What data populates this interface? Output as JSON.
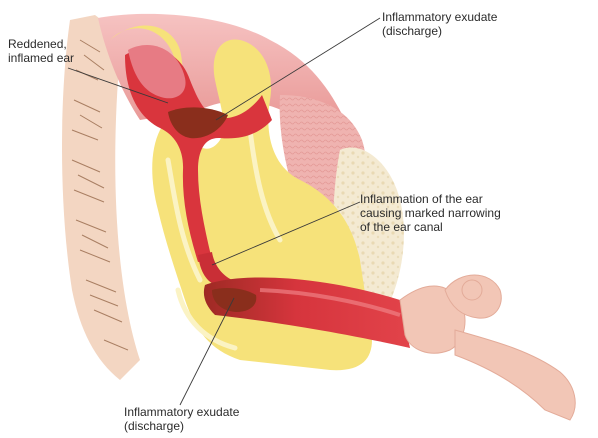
{
  "labels": {
    "reddened_ear": [
      "Reddened,",
      "inflamed ear"
    ],
    "exudate_top": [
      "Inflammatory exudate",
      "(discharge)"
    ],
    "narrowing": [
      "Inflammation of the ear",
      "causing marked narrowing",
      "of the ear canal"
    ],
    "exudate_bottom": [
      "Inflammatory exudate",
      "(discharge)"
    ]
  },
  "colors": {
    "cartilage": "#f6e27a",
    "tissue_pink": "#efa7a2",
    "inflamed_red": "#d9353d",
    "exudate_brown": "#8a2e1c",
    "skin_peach": "#f2c6b6",
    "bone_cream": "#f4ead2",
    "hair": "#8a5a3a",
    "leader_line": "#3a3a3a"
  }
}
